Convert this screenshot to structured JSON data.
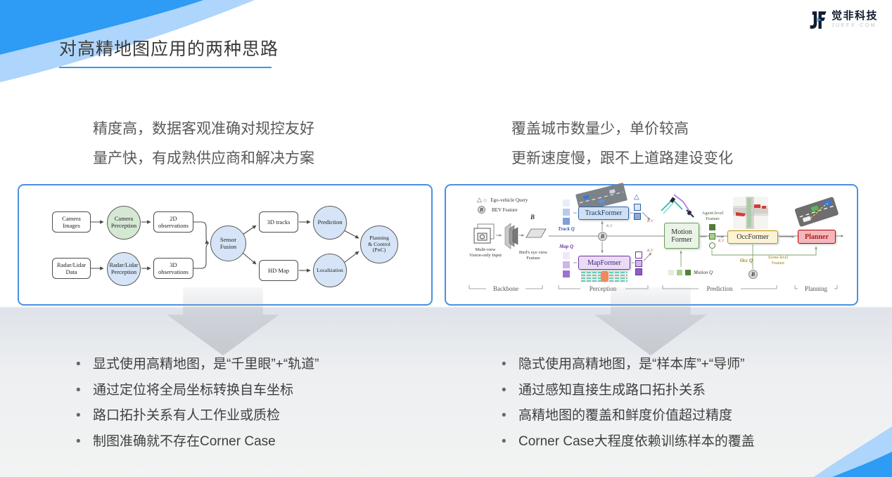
{
  "slide": {
    "title": "对高精地图应用的两种思路"
  },
  "logo": {
    "company": "觉非科技",
    "domain": "JUEFX·COM"
  },
  "left": {
    "intro": [
      "精度高，数据客观准确对规控友好",
      "量产快，有成熟供应商和解决方案"
    ],
    "bullets": [
      "显式使用高精地图，是“千里眼”+“轨道”",
      "通过定位将全局坐标转换自车坐标",
      "路口拓扑关系有人工作业或质检",
      "制图准确就不存在Corner Case"
    ]
  },
  "right": {
    "intro": [
      "覆盖城市数量少，单价较高",
      "更新速度慢，跟不上道路建设变化"
    ],
    "bullets": [
      "隐式使用高精地图，是“样本库”+“导师”",
      "通过感知直接生成路口拓扑关系",
      "高精地图的覆盖和鲜度价值超过精度",
      "Corner Case大程度依赖训练样本的覆盖"
    ]
  },
  "pipeline": {
    "nodes": {
      "camera_images": "Camera\nImages",
      "camera_perception": "Camera\nPerception",
      "obs_2d": "2D\nobservations",
      "radar_data": "Radar/Lidar\nData",
      "radar_perception": "Radar/Lidar\nPerception",
      "obs_3d": "3D\nobservations",
      "sensor_fusion": "Sensor\nFusion",
      "tracks_3d": "3D tracks",
      "hd_map": "HD Map",
      "prediction": "Prediction",
      "localization": "Localization",
      "pnc": "Planning\n& Control\n(PnC)"
    }
  },
  "uniad": {
    "legend": {
      "ego_query": "Ego-vehicle Query",
      "bev_feature": "BEV Feature"
    },
    "labels": {
      "multi_view": "Multi-view\nVision-only Input",
      "bev_feature": "Bird's eye view\nFeature",
      "b": "B",
      "track_q": "Track Q",
      "map_q": "Map Q",
      "trackformer": "TrackFormer",
      "mapformer": "MapFormer",
      "motion_former": "Motion\nFormer",
      "occformer": "OccFormer",
      "planner": "Planner",
      "agent_level": "Agent-level\nFeature",
      "scene_level": "Scene-level\nFeature",
      "motion_q": "Motion Q",
      "occ_q": "Occ Q",
      "kv": "K,V"
    },
    "sections": [
      "Backbone",
      "Perception",
      "Prediction",
      "Planning"
    ]
  },
  "colors": {
    "accent_blue": "#2E9BF4",
    "swoosh_light": "#AED5FB",
    "card_border": "#4A90E2",
    "trackformer_blue": "#2E5FA3",
    "mapformer_purple": "#7030A0",
    "motion_green": "#538135",
    "occ_yellow": "#BF9000",
    "planner_red": "#C00000"
  }
}
